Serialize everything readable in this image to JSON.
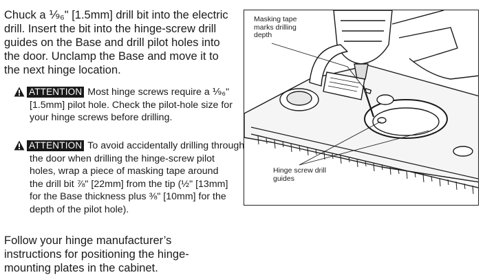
{
  "intro": "Chuck a ⅑₆\" [1.5mm] drill bit into the electric drill. Insert the bit into the hinge-screw drill guides on the Base and drill pilot holes into the door. Unclamp the Base and move it to the next hinge location.",
  "attention_label": "ATTENTION",
  "attention1": {
    "line1": "Most hinge screws require a ⅑₆\"",
    "rest": "[1.5mm] pilot hole. Check the pilot-hole size for your hinge screws before drilling."
  },
  "attention2": {
    "line1": "To avoid accidentally drilling through",
    "rest": "the door when drilling the hinge-screw pilot holes, wrap a piece of masking tape around the drill bit ⅞\" [22mm] from the tip (½\" [13mm] for the Base thickness plus ⅜\" [10mm] for the depth of the pilot hole)."
  },
  "outro": "Follow your hinge manufacturer’s instructions for positioning the hinge-mounting plates in the cabinet.",
  "figure": {
    "callout_top": "Masking tape marks drilling depth",
    "callout_bottom": "Hinge screw drill guides"
  }
}
